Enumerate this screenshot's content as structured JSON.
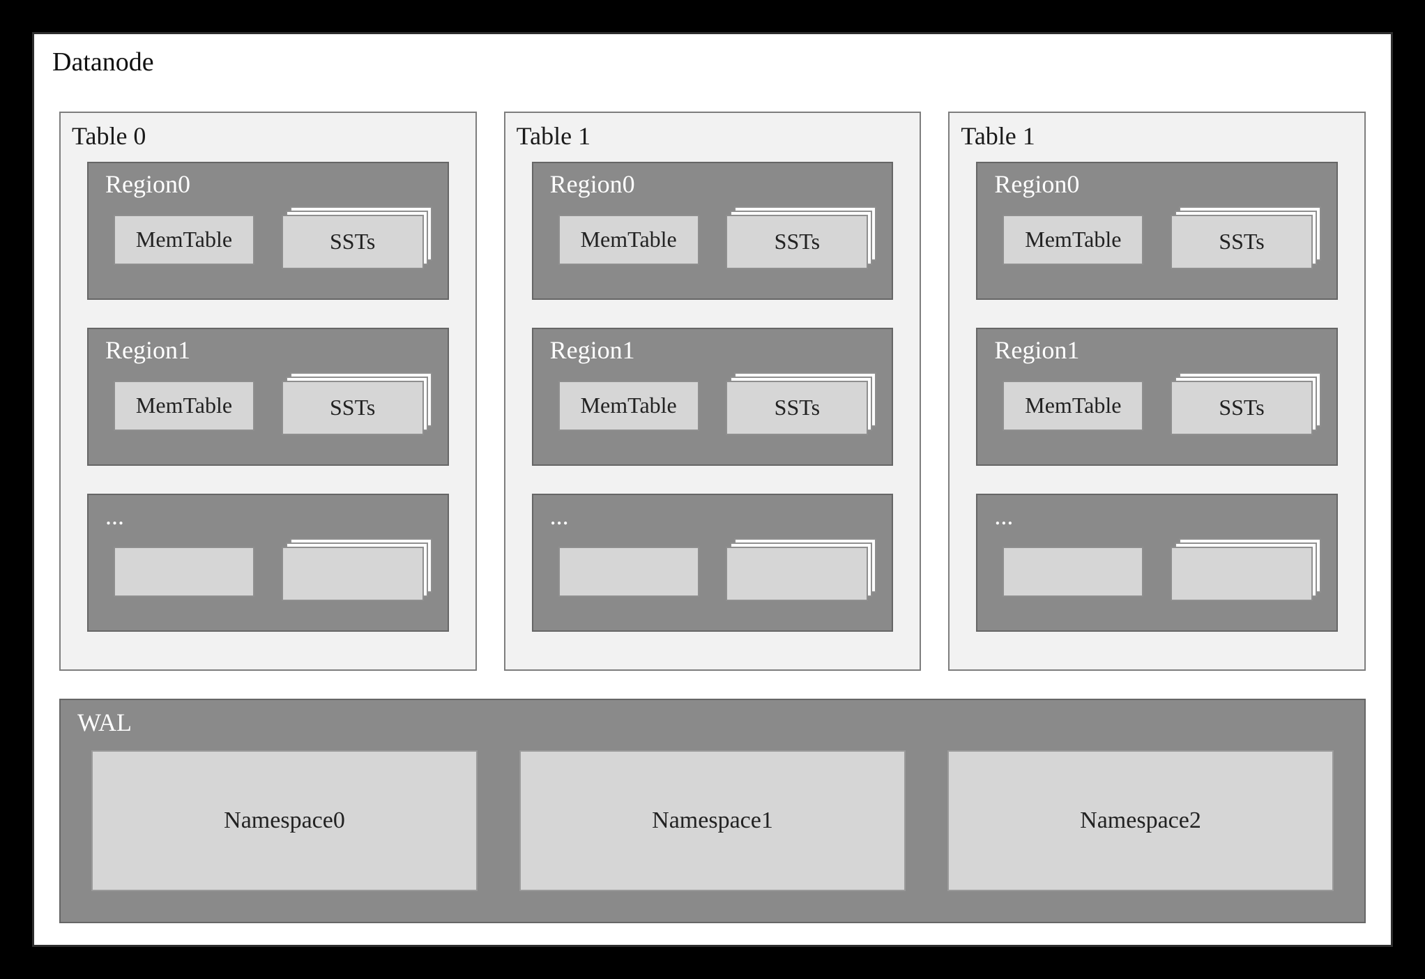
{
  "title": "Datanode",
  "tables": [
    {
      "label": "Table 0",
      "regions": [
        {
          "label": "Region0",
          "memtable_label": "MemTable",
          "ssts_label": "SSTs"
        },
        {
          "label": "Region1",
          "memtable_label": "MemTable",
          "ssts_label": "SSTs"
        },
        {
          "label": "...",
          "memtable_label": "",
          "ssts_label": ""
        }
      ]
    },
    {
      "label": "Table 1",
      "regions": [
        {
          "label": "Region0",
          "memtable_label": "MemTable",
          "ssts_label": "SSTs"
        },
        {
          "label": "Region1",
          "memtable_label": "MemTable",
          "ssts_label": "SSTs"
        },
        {
          "label": "...",
          "memtable_label": "",
          "ssts_label": ""
        }
      ]
    },
    {
      "label": "Table 1",
      "regions": [
        {
          "label": "Region0",
          "memtable_label": "MemTable",
          "ssts_label": "SSTs"
        },
        {
          "label": "Region1",
          "memtable_label": "MemTable",
          "ssts_label": "SSTs"
        },
        {
          "label": "...",
          "memtable_label": "",
          "ssts_label": ""
        }
      ]
    }
  ],
  "wal": {
    "label": "WAL",
    "namespaces": [
      {
        "label": "Namespace0"
      },
      {
        "label": "Namespace1"
      },
      {
        "label": "Namespace2"
      }
    ]
  },
  "colors": {
    "background": "#000000",
    "canvas": "#ffffff",
    "frame_border": "#2e2e2e",
    "table_fill": "#f2f2f2",
    "table_border": "#7d7d7d",
    "region_fill": "#8a8a8a",
    "region_border": "#666666",
    "box_fill": "#d6d6d6",
    "box_border": "#8f8f8f",
    "namespace_border": "#9a9a9a"
  }
}
